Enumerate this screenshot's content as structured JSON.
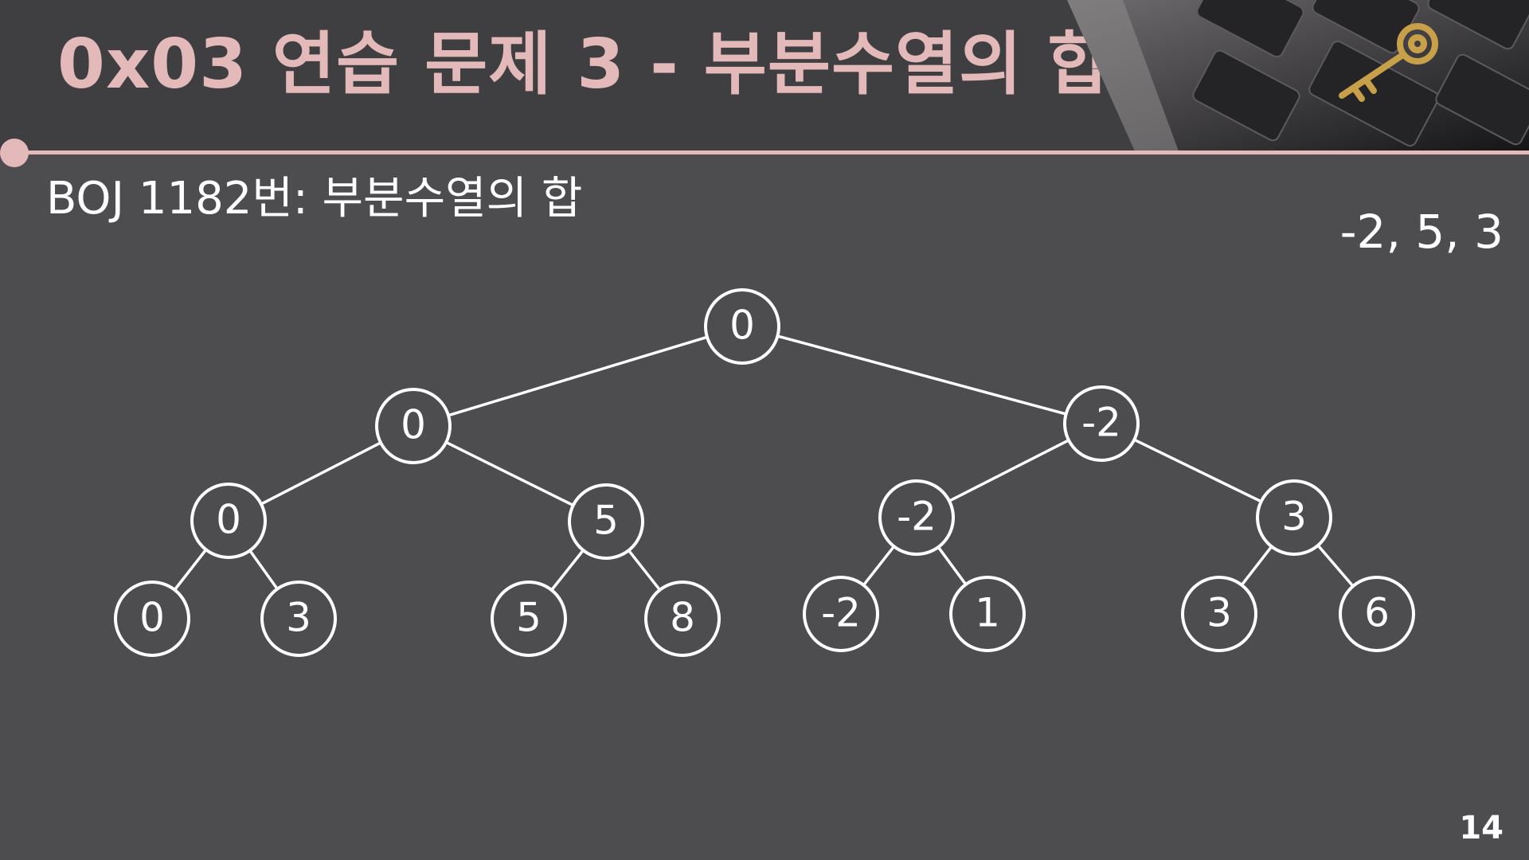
{
  "slide": {
    "title": "0x03  연습 문제 3 - 부분수열의 합",
    "subtitle": "BOJ 1182번: 부분수열의 합",
    "sequence": "-2, 5, 3",
    "page_number": "14",
    "accent_color": "#e3b9b9",
    "background_color": "#4d4c4e"
  },
  "tree": {
    "nodes": [
      {
        "id": "n0",
        "label": "0"
      },
      {
        "id": "n1",
        "label": "0"
      },
      {
        "id": "n2",
        "label": "-2"
      },
      {
        "id": "n3",
        "label": "0"
      },
      {
        "id": "n4",
        "label": "5"
      },
      {
        "id": "n5",
        "label": "-2"
      },
      {
        "id": "n6",
        "label": "3"
      },
      {
        "id": "n7",
        "label": "0"
      },
      {
        "id": "n8",
        "label": "3"
      },
      {
        "id": "n9",
        "label": "5"
      },
      {
        "id": "n10",
        "label": "8"
      },
      {
        "id": "n11",
        "label": "-2"
      },
      {
        "id": "n12",
        "label": "1"
      },
      {
        "id": "n13",
        "label": "3"
      },
      {
        "id": "n14",
        "label": "6"
      }
    ],
    "edges": [
      [
        "n0",
        "n1"
      ],
      [
        "n0",
        "n2"
      ],
      [
        "n1",
        "n3"
      ],
      [
        "n1",
        "n4"
      ],
      [
        "n2",
        "n5"
      ],
      [
        "n2",
        "n6"
      ],
      [
        "n3",
        "n7"
      ],
      [
        "n3",
        "n8"
      ],
      [
        "n4",
        "n9"
      ],
      [
        "n4",
        "n10"
      ],
      [
        "n5",
        "n11"
      ],
      [
        "n5",
        "n12"
      ],
      [
        "n6",
        "n13"
      ],
      [
        "n6",
        "n14"
      ]
    ]
  }
}
